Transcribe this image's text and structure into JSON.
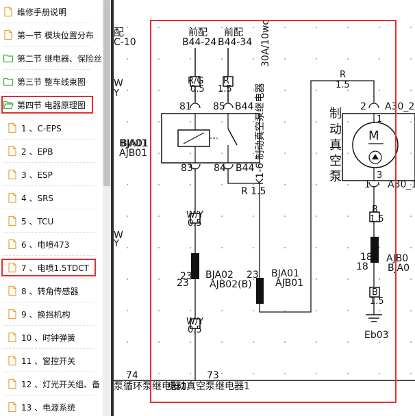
{
  "sidebar": {
    "items": [
      {
        "label": "维修手册说明",
        "icon": "document-icon",
        "indent": 0
      },
      {
        "label": "第一节 模块位置分布",
        "icon": "document-icon",
        "indent": 0
      },
      {
        "label": "第二节 继电器、保险丝",
        "icon": "folder-icon",
        "indent": 0
      },
      {
        "label": "第三节 整车线束图",
        "icon": "folder-icon",
        "indent": 0
      },
      {
        "label": "第四节 电器原理图",
        "icon": "folder-open-icon",
        "indent": 0,
        "highlighted": true
      },
      {
        "label": "1 、C-EPS",
        "icon": "document-icon",
        "indent": 1
      },
      {
        "label": "2 、EPB",
        "icon": "document-icon",
        "indent": 1
      },
      {
        "label": "3 、ESP",
        "icon": "document-icon",
        "indent": 1
      },
      {
        "label": "4 、SRS",
        "icon": "document-icon",
        "indent": 1
      },
      {
        "label": "5 、TCU",
        "icon": "document-icon",
        "indent": 1
      },
      {
        "label": "6 、电喷473",
        "icon": "document-icon",
        "indent": 1
      },
      {
        "label": "7 、电喷1.5TDCT",
        "icon": "document-icon",
        "indent": 1,
        "highlighted": true
      },
      {
        "label": "8 、转角传感器",
        "icon": "document-icon",
        "indent": 1
      },
      {
        "label": "9 、换挡机构",
        "icon": "document-icon",
        "indent": 1
      },
      {
        "label": "10 、时钟弹簧",
        "icon": "document-icon",
        "indent": 1
      },
      {
        "label": "11 、窗控开关",
        "icon": "document-icon",
        "indent": 1
      },
      {
        "label": "12 、灯光开关组、备",
        "icon": "document-icon",
        "indent": 1
      },
      {
        "label": "13 、电源系统",
        "icon": "document-icon",
        "indent": 1
      }
    ]
  },
  "diagram": {
    "left_edge": {
      "t1": "配",
      "t2": "C-10",
      "t3": "W",
      "t4": "Y",
      "t5": "BJA01",
      "t6": "AJB01",
      "t7": "W",
      "t8": "Y",
      "t9": "74",
      "t10": "泵循环泵继电器1"
    },
    "relay": {
      "top_label": "30A/10wc",
      "title": "K1-6 制动真空泵继电器",
      "src1": "前配",
      "src1_conn": "B44-24",
      "src2": "前配",
      "src2_conn": "B44-34",
      "w1_color": "R/G",
      "w1_size": "0.5",
      "w2_color": "R",
      "w2_size": "1.5",
      "pin81": "81",
      "pin85": "85",
      "conn85": "B44",
      "pin83": "83",
      "pin84": "84",
      "conn84": "B44",
      "out_wire": "R 1.5",
      "side_bja": "BJA01",
      "side_ajb": "AJB01"
    },
    "lower": {
      "w3_color": "W/Y",
      "w3_size": "0.5",
      "pin23a": "23",
      "pin23b": "23",
      "bja02": "BJA02",
      "ajb02": "AJB02(B)",
      "pin23c": "23",
      "bja01": "BJA01",
      "ajb01": "AJB01",
      "w4_color": "W/Y",
      "w4_size": "0.5",
      "pin73": "73",
      "bottom_text": "电动真空泵继电器1"
    },
    "pump": {
      "title": "制动真空泵",
      "wire_r": "R",
      "wire_r_size": "1.5",
      "pin2": "2",
      "conn2": "A30_2",
      "pin1a": "1",
      "motor": "M",
      "pin3": "3",
      "pin1b": "1",
      "conn1": "A30_1",
      "w5_color": "B",
      "w5_size": "1.5",
      "pin18a": "18",
      "pin18b": "18",
      "ajb0": "AJB0",
      "bja0": "BJA0",
      "w6_color": "B",
      "w6_size": "1.5",
      "ground": "Eb03"
    }
  },
  "colors": {
    "highlight": "#e03030",
    "selection_box": "#e03030",
    "folder": "#3fae3f",
    "doc": "#f0a030"
  }
}
